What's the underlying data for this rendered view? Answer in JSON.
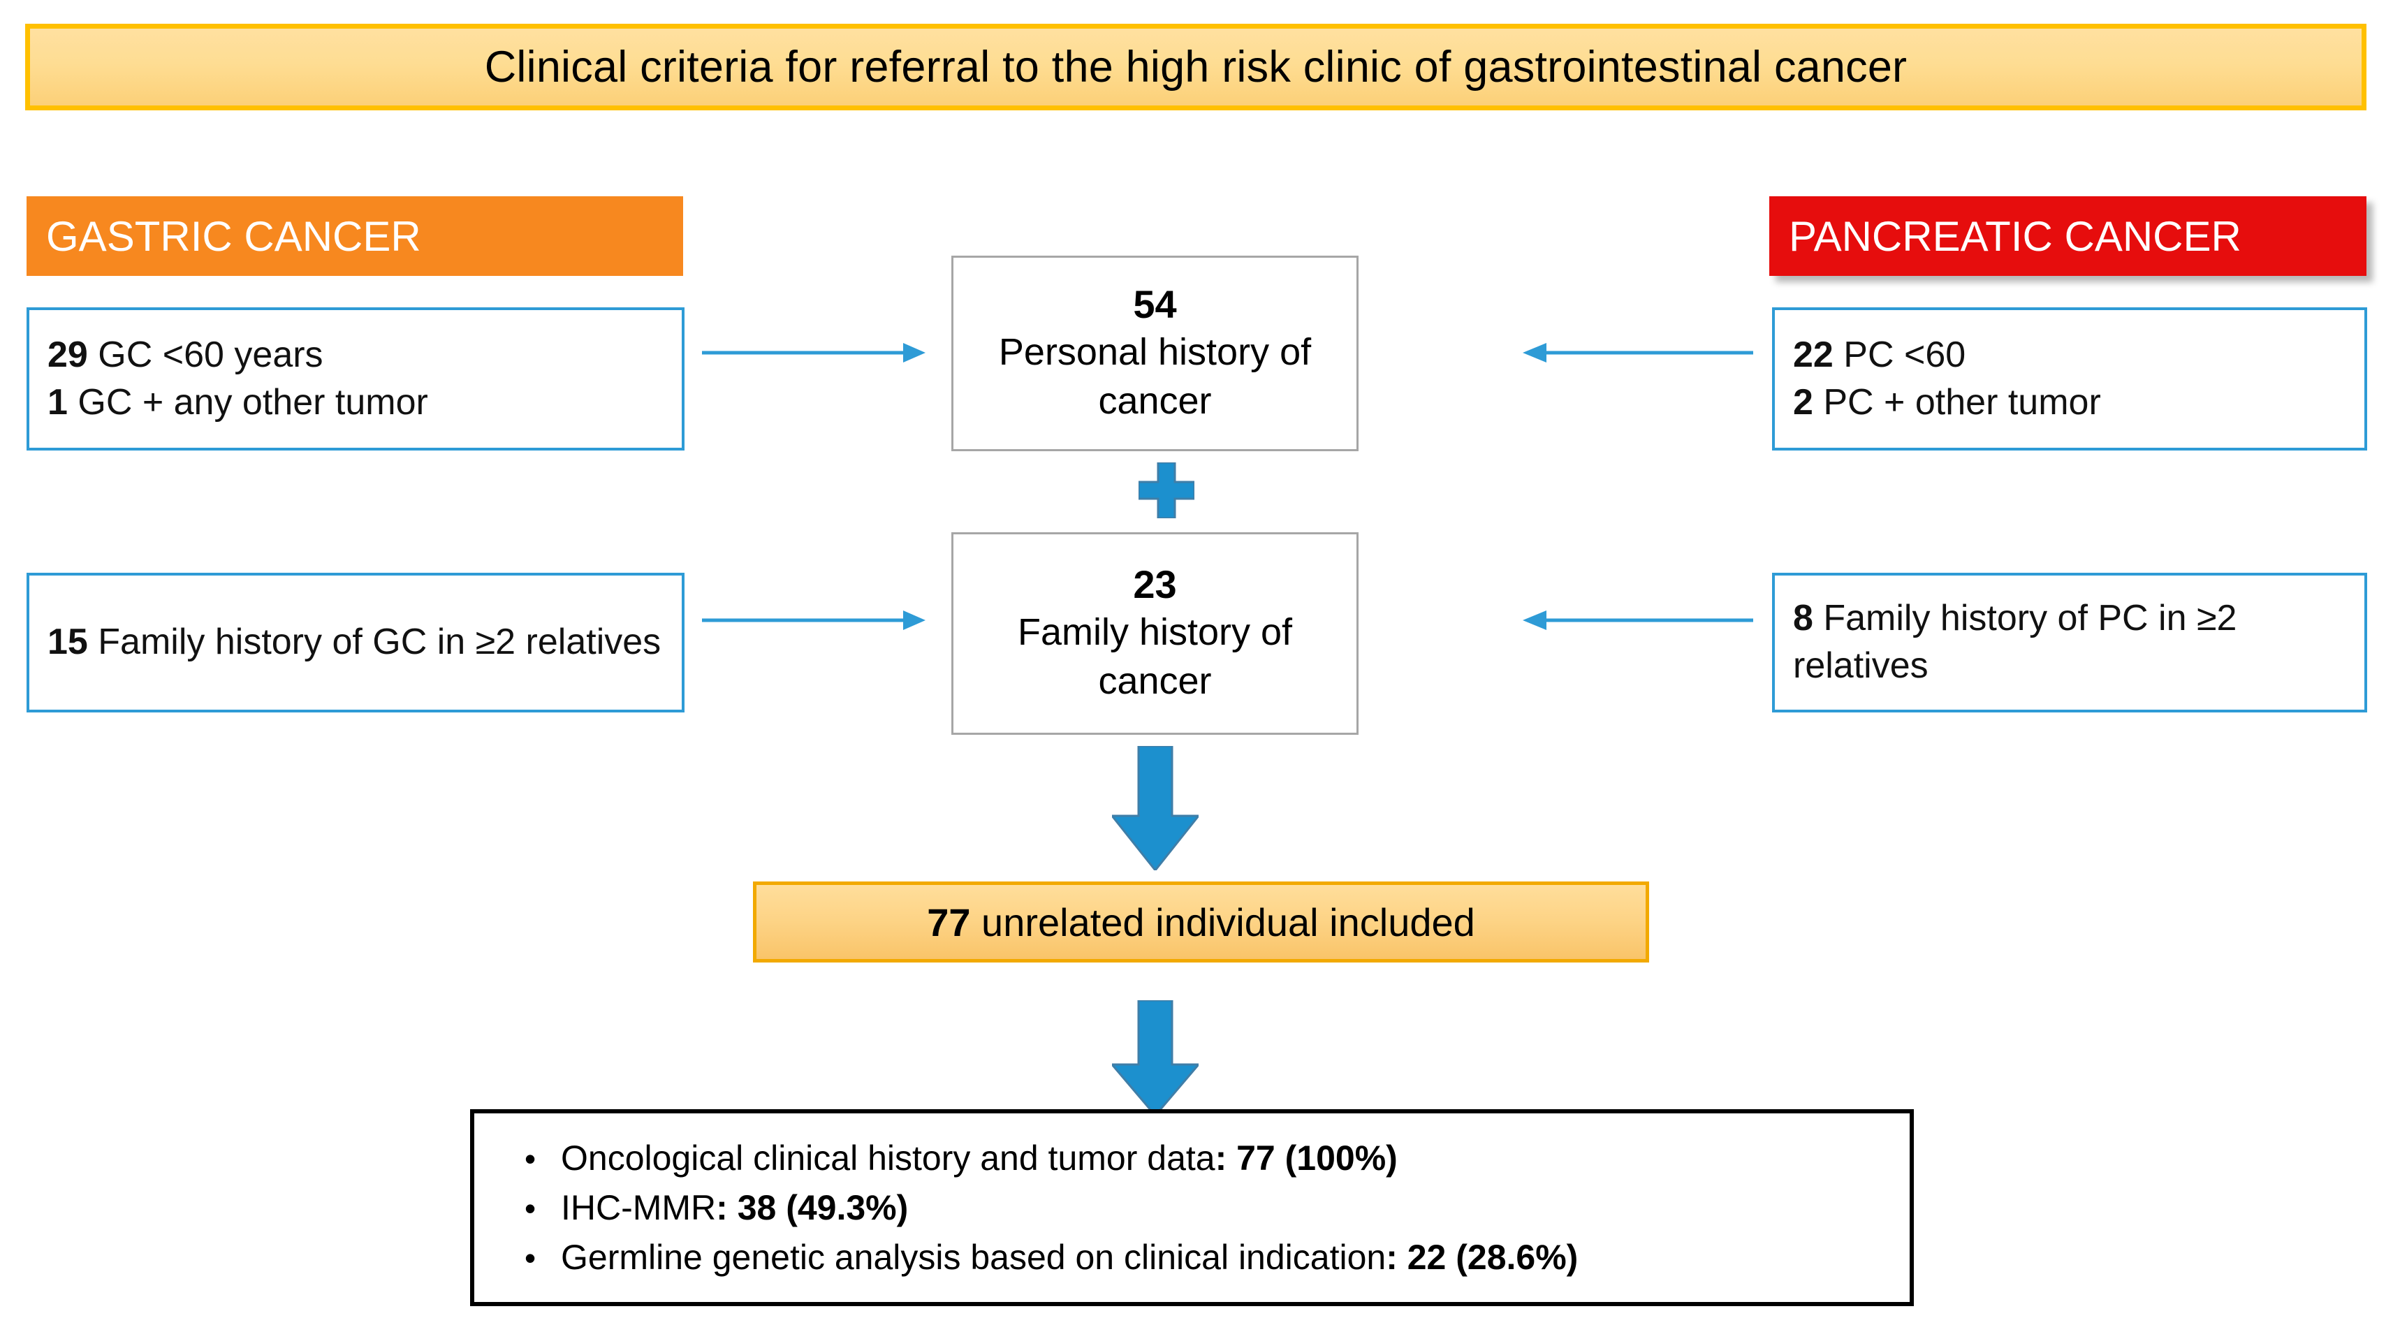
{
  "title": {
    "text": "Clinical criteria for referral to the high risk clinic of gastrointestinal cancer"
  },
  "gastric": {
    "header_label": "GASTRIC CANCER",
    "criteria": [
      {
        "count": "29",
        "text": " GC <60 years"
      },
      {
        "count": "1",
        "text": "  GC + any other tumor"
      },
      {
        "count": "15",
        "text": " Family history of GC in ≥2 relatives"
      }
    ]
  },
  "pancreatic": {
    "header_label": "PANCREATIC CANCER",
    "criteria": [
      {
        "count": "22",
        "text": " PC <60"
      },
      {
        "count": "2",
        "text": " PC + other tumor"
      },
      {
        "count": "8",
        "text": " Family history of PC in ≥2 relatives"
      }
    ]
  },
  "center": {
    "personal": {
      "count": "54",
      "label": "Personal history of cancer"
    },
    "family": {
      "count": "23",
      "label": "Family history of cancer"
    },
    "combine_operator": "plus"
  },
  "summary": {
    "count": "77",
    "text": " unrelated individual included"
  },
  "results": {
    "bullet_glyph": "•",
    "items": [
      {
        "label": "Oncological clinical history and tumor data",
        "value": ": 77 (100%)"
      },
      {
        "label": "IHC-MMR",
        "value": ":  38 (49.3%)"
      },
      {
        "label": "Germline genetic analysis based on clinical indication",
        "value": ": 22 (28.6%)"
      }
    ]
  },
  "colors": {
    "gastric_header_bg": "#F7881F",
    "pancreatic_header_bg": "#E60D0D",
    "criteria_border": "#2E9BD6",
    "arrow_blue": "#2E9BD6",
    "block_arrow_blue": "#1C90CE",
    "banner_border": "#FFC000",
    "center_border": "#A6A6A6"
  }
}
